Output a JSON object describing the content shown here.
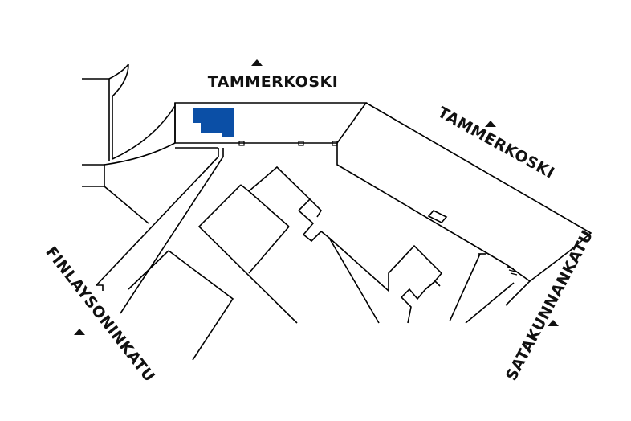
{
  "labels": {
    "top": "TAMMERKOSKI",
    "right_top": "TAMMERKOSKI",
    "left": "FINLAYSONINKATU",
    "right": "SATAKUNNANKATU"
  },
  "colors": {
    "highlight": "#0b4fa6",
    "lines": "#000000",
    "background": "#ffffff"
  },
  "icons": {
    "direction_marker": "triangle-arrow-icon"
  }
}
